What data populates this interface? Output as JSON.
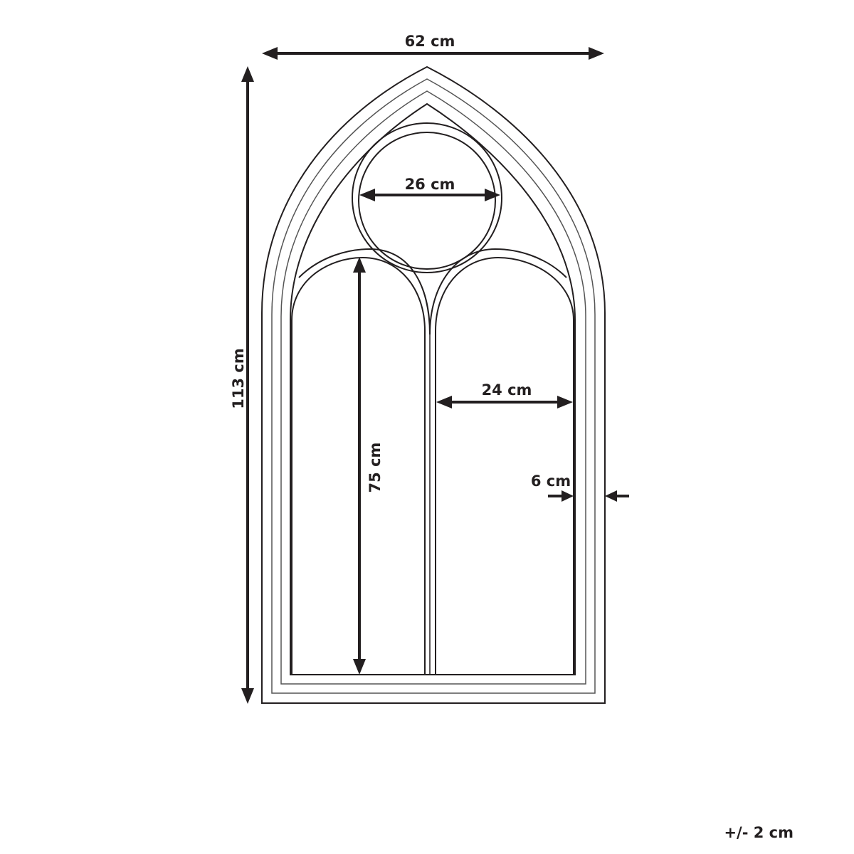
{
  "dimensions": {
    "width": "62 cm",
    "height": "113 cm",
    "circle_diameter": "26 cm",
    "pane_height": "75 cm",
    "pane_width": "24 cm",
    "frame_depth": "6 cm",
    "tolerance": "+/- 2 cm"
  },
  "colors": {
    "line": "#231f20"
  }
}
